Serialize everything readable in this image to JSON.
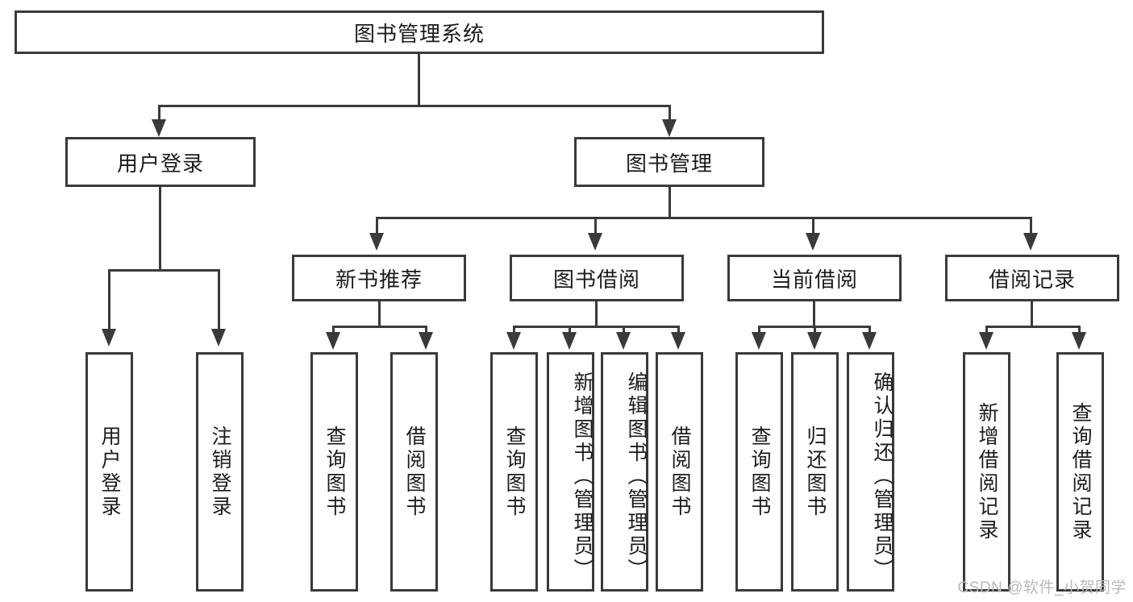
{
  "diagram": {
    "title": "图书管理系统",
    "type": "hierarchy-tree",
    "root": {
      "label": "图书管理系统"
    },
    "level2": [
      {
        "label": "用户登录"
      },
      {
        "label": "图书管理"
      }
    ],
    "level3": [
      {
        "label": "新书推荐"
      },
      {
        "label": "图书借阅"
      },
      {
        "label": "当前借阅"
      },
      {
        "label": "借阅记录"
      }
    ],
    "leaves": {
      "user_login": [
        {
          "label": "用户登录"
        },
        {
          "label": "注销登录"
        }
      ],
      "new_book_recommend": [
        {
          "label": "查询图书"
        },
        {
          "label": "借阅图书"
        }
      ],
      "book_borrow": [
        {
          "label": "查询图书"
        },
        {
          "label": "新增图书（管理员）"
        },
        {
          "label": "编辑图书（管理员）"
        },
        {
          "label": "借阅图书"
        }
      ],
      "current_borrow": [
        {
          "label": "查询图书"
        },
        {
          "label": "归还图书"
        },
        {
          "label": "确认归还（管理员）"
        }
      ],
      "borrow_record": [
        {
          "label": "新增借阅记录"
        },
        {
          "label": "查询借阅记录"
        }
      ]
    }
  },
  "watermark": {
    "text": "CSDN @软件_小贺同学"
  },
  "colors": {
    "stroke": "#3a3a3a",
    "text": "#1c1c1c",
    "background": "#ffffff",
    "watermark": "#b9b9b9"
  }
}
